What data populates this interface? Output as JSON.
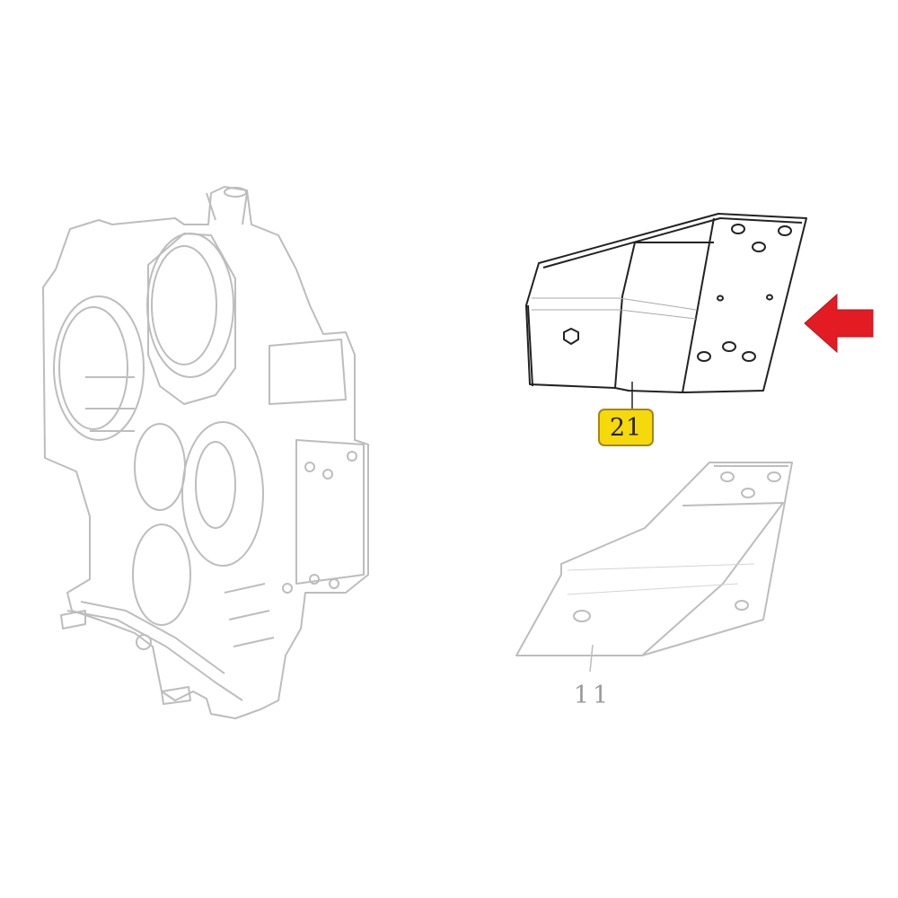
{
  "diagram": {
    "type": "exploded parts illustration",
    "background": "#ffffff",
    "parts": [
      {
        "id": "housing",
        "description": "Engine timing/flywheel housing (background part, greyed)",
        "line_color": "#bdbdbd"
      },
      {
        "id": "bracket-21",
        "description": "Mounting bracket (highlighted part)",
        "line_color": "#222222"
      },
      {
        "id": "bracket-11",
        "description": "Mounting bracket (related part, greyed)",
        "line_color": "#bdbdbd"
      }
    ],
    "callouts": [
      {
        "label": "21",
        "highlighted": true,
        "fill": "#f5d90a",
        "border": "#a8841a"
      },
      {
        "label": "11",
        "highlighted": false,
        "color": "#9a9a9a"
      }
    ],
    "indicator": {
      "type": "arrow",
      "direction": "left",
      "color": "#e31b23",
      "points_to": "bracket-21"
    }
  }
}
